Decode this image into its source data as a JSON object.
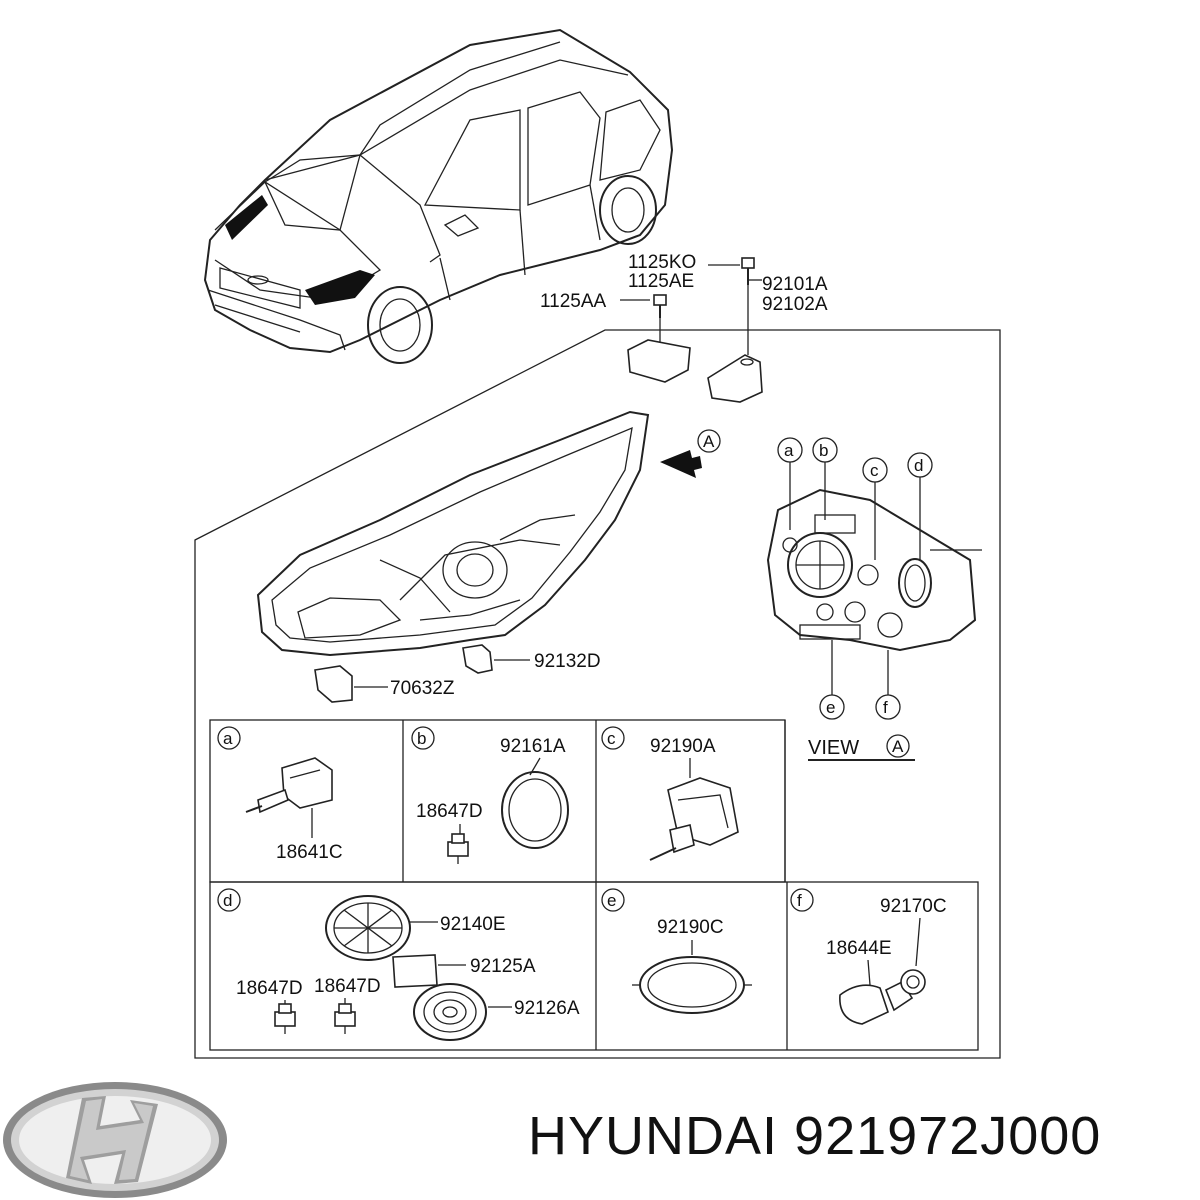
{
  "parts": {
    "bolt_top": [
      "1125KO",
      "1125AE"
    ],
    "bolt_left": "1125AA",
    "bracket": [
      "92101A",
      "92102A"
    ],
    "clip_1": "92132D",
    "clip_2": "70632Z",
    "view_marker": "A",
    "view_label": "VIEW",
    "view_circles": [
      "a",
      "b",
      "c",
      "d",
      "e",
      "f"
    ]
  },
  "panels": {
    "a": {
      "letter": "a",
      "labels": [
        "18641C"
      ]
    },
    "b": {
      "letter": "b",
      "labels": [
        "92161A",
        "18647D"
      ]
    },
    "c": {
      "letter": "c",
      "labels": [
        "92190A"
      ]
    },
    "d": {
      "letter": "d",
      "labels": [
        "92140E",
        "92125A",
        "18647D",
        "18647D",
        "92126A"
      ]
    },
    "e": {
      "letter": "e",
      "labels": [
        "92190C"
      ]
    },
    "f": {
      "letter": "f",
      "labels": [
        "92170C",
        "18644E"
      ]
    }
  },
  "brand": {
    "name": "HYUNDAI",
    "part_number": "921972J000",
    "logo": "hyundai-logo"
  }
}
